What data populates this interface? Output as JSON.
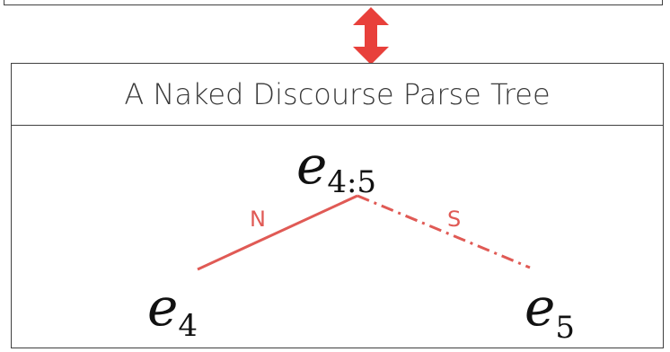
{
  "title": "A Naked Discourse Parse Tree",
  "colors": {
    "accent": "#e8403b",
    "edge": "#e05a55",
    "border": "#404040"
  },
  "icons": {
    "connector": "double-vertical-arrow-icon"
  },
  "tree": {
    "root": {
      "base": "e",
      "sub": "4:5"
    },
    "left": {
      "base": "e",
      "sub": "4"
    },
    "right": {
      "base": "e",
      "sub": "5"
    },
    "edges": {
      "left": {
        "label": "N",
        "style": "solid"
      },
      "right": {
        "label": "S",
        "style": "dash-dot"
      }
    }
  }
}
